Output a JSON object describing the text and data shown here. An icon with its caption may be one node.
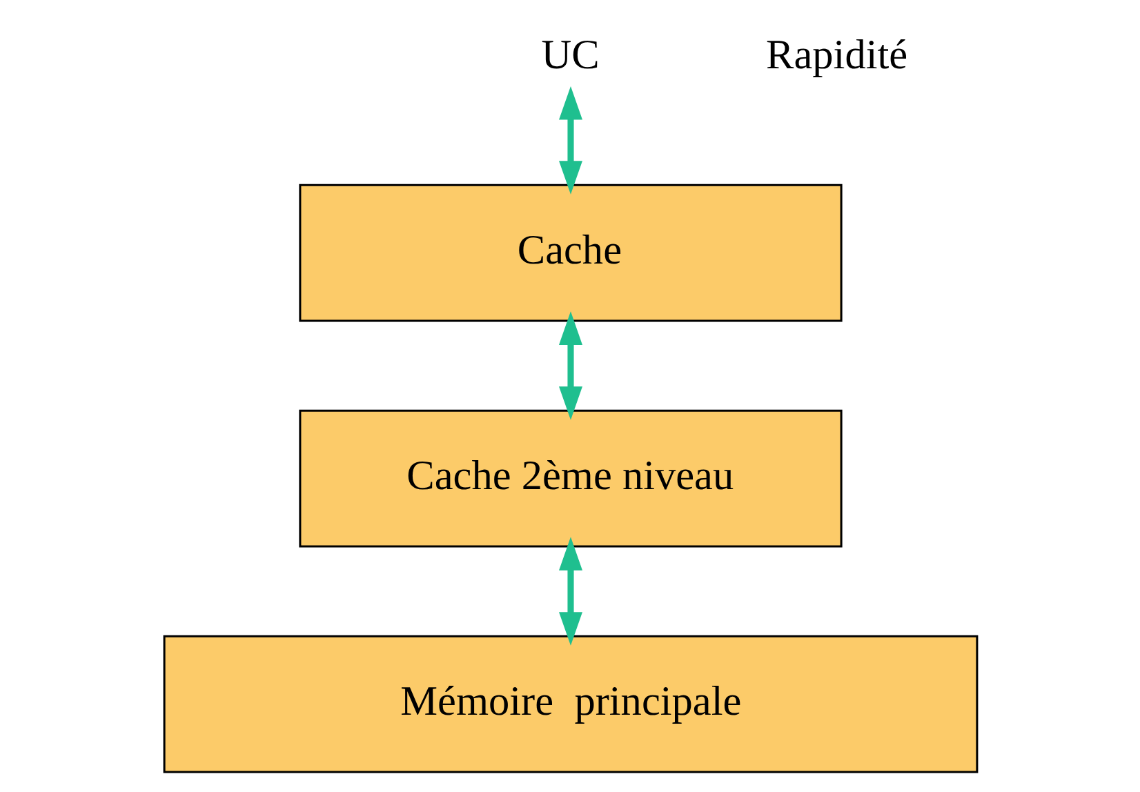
{
  "diagram": {
    "nodes": [
      {
        "text": [
          "UC"
        ]
      },
      {
        "text": [
          "Cache"
        ]
      },
      {
        "text": [
          "Cache 2ème niveau"
        ]
      },
      {
        "text": [
          "Mémoire  principale"
        ]
      }
    ],
    "edges": [
      {
        "from": 0,
        "to": 1,
        "arrow": "both"
      },
      {
        "from": 1,
        "to": 2,
        "arrow": "both"
      },
      {
        "from": 2,
        "to": 3,
        "arrow": "both"
      }
    ],
    "labels": [
      "Rapidité"
    ]
  }
}
